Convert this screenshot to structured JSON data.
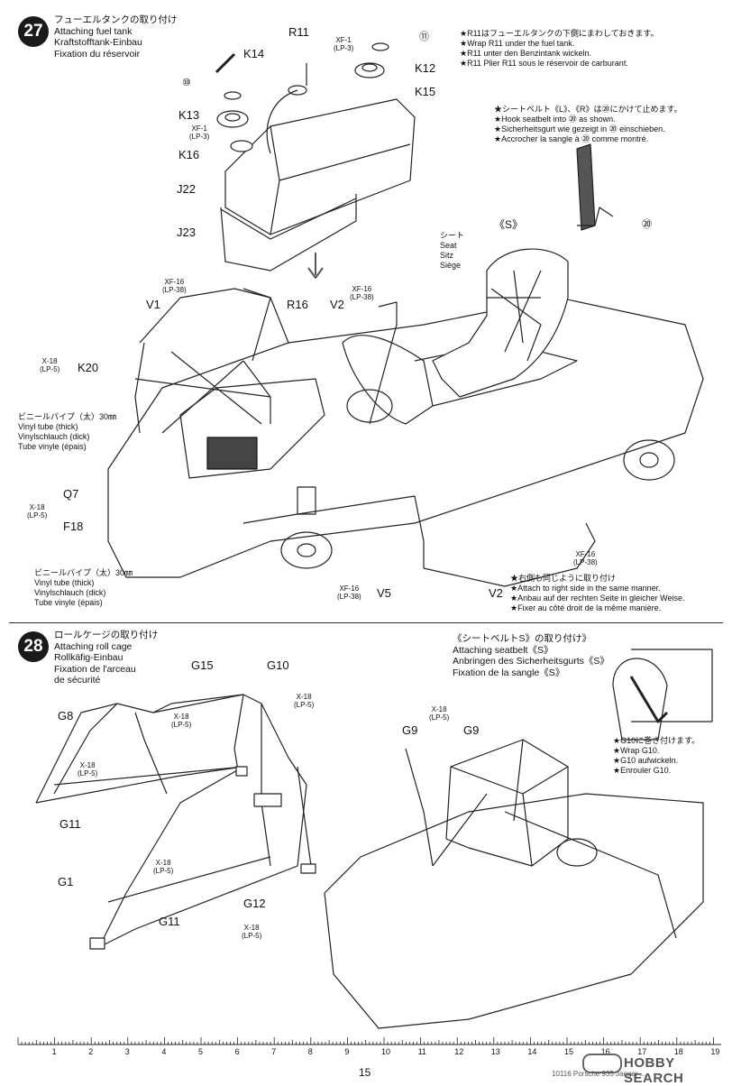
{
  "step27": {
    "number": "27",
    "title_lines": [
      "フューエルタンクの取り付け",
      "Attaching fuel tank",
      "Kraftstofftank-Einbau",
      "Fixation du réservoir"
    ],
    "parts": {
      "R11": "R11",
      "K14": "K14",
      "K12": "K12",
      "K15": "K15",
      "K13": "K13",
      "K16": "K16",
      "J22": "J22",
      "J23": "J23",
      "V1": "V1",
      "V2_top": "V2",
      "R16": "R16",
      "K20": "K20",
      "Q7": "Q7",
      "F18": "F18",
      "V5": "V5",
      "V2_bottom": "V2",
      "num10": "⑩",
      "num11": "⑪"
    },
    "screws": {
      "xf1_top": [
        "XF-1",
        "(LP-3)"
      ],
      "xf1_left": [
        "XF-1",
        "(LP-3)"
      ],
      "xf16_v1": [
        "XF-16",
        "(LP-38)"
      ],
      "xf16_v2": [
        "XF-16",
        "(LP-38)"
      ],
      "x18_k20": [
        "X-18",
        "(LP-5)"
      ],
      "x18_f18": [
        "X-18",
        "(LP-5)"
      ],
      "xf16_v5": [
        "XF-16",
        "(LP-38)"
      ],
      "xf16_right": [
        "XF-16",
        "(LP-38)"
      ]
    },
    "note_r11": [
      "★R11はフューエルタンクの下側にまわしておきます。",
      "★Wrap R11 under the fuel tank.",
      "★R11 unter den Benzintank wickeln.",
      "★R11 Plier R11 sous le réservoir de carburant."
    ],
    "note_belt": [
      "★シートベルト《L》、《R》は⑳にかけて止めます。",
      "★Hook seatbelt into ⑳ as shown.",
      "★Sicherheitsgurt wie gezeigt in ⑳ einschieben.",
      "★Accrocher la sangle à ⑳ comme montré."
    ],
    "seat_label": [
      "シート",
      "Seat",
      "Sitz",
      "Siège"
    ],
    "seat_s": "《S》",
    "num20": "⑳",
    "vinyl_tube_1": [
      "ビニールパイプ（太）30㎜",
      "Vinyl tube (thick)",
      "Vinylschlauch (dick)",
      "Tube vinyle (épais)"
    ],
    "vinyl_tube_2": [
      "ビニールパイプ（太）30㎜",
      "Vinyl tube (thick)",
      "Vinylschlauch (dick)",
      "Tube vinyle (épais)"
    ],
    "note_right_side": [
      "★右側も同じように取り付け",
      "★Attach to right side in the same manner.",
      "★Anbau auf der rechten Seite in gleicher Weise.",
      "★Fixer au côté droit de la même manière."
    ]
  },
  "step28": {
    "number": "28",
    "title_lines": [
      "ロールケージの取り付け",
      "Attaching roll cage",
      "Rollkäfig-Einbau",
      "Fixation de l'arceau",
      "de sécurité"
    ],
    "parts": {
      "G15": "G15",
      "G10": "G10",
      "G8": "G8",
      "G11_top": "G11",
      "G1": "G1",
      "G11_bottom": "G11",
      "G12": "G12",
      "G9_a": "G9",
      "G9_b": "G9"
    },
    "screws": {
      "x18_g15": [
        "X-18",
        "(LP-5)"
      ],
      "x18_g10": [
        "X-18",
        "(LP-5)"
      ],
      "x18_g8": [
        "X-18",
        "(LP-5)"
      ],
      "x18_g1": [
        "X-18",
        "(LP-5)"
      ],
      "x18_g12": [
        "X-18",
        "(LP-5)"
      ],
      "x18_g9": [
        "X-18",
        "(LP-5)"
      ]
    },
    "seatbelt_title": [
      "《シートベルトS》の取り付け》",
      "Attaching seatbelt《S》",
      "Anbringen des Sicherheitsgurts《S》",
      "Fixation de la sangle《S》"
    ],
    "note_g10": [
      "★G10に巻き付けます。",
      "★Wrap G10.",
      "★G10 aufwickeln.",
      "★Enrouler G10."
    ]
  },
  "footer": {
    "page_number": "15",
    "ruler": [
      "1",
      "2",
      "3",
      "4",
      "5",
      "6",
      "7",
      "8",
      "9",
      "10",
      "11",
      "12",
      "13",
      "14",
      "15",
      "16",
      "17",
      "18",
      "19"
    ],
    "watermark": "HOBBY SEARCH",
    "code": "10116 Porsche 935 Jaeger ..."
  }
}
